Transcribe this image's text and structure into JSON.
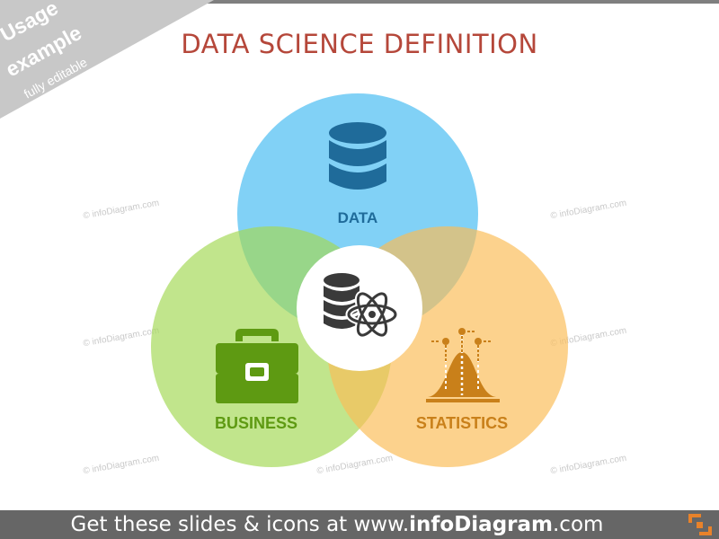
{
  "corner_badge": {
    "line1": "Usage",
    "line2": "example",
    "line3": "fully editable"
  },
  "title": "DATA SCIENCE DEFINITION",
  "watermark": "© infoDiagram.com",
  "circles": [
    {
      "id": "data",
      "label": "DATA",
      "color": "#5ec4f3",
      "label_color": "#1f6b9a",
      "icon": "database-icon"
    },
    {
      "id": "business",
      "label": "BUSINESS",
      "color": "#a4d955",
      "label_color": "#5e9a12",
      "icon": "briefcase-icon"
    },
    {
      "id": "statistics",
      "label": "STATISTICS",
      "color": "#fbbd57",
      "label_color": "#c9801a",
      "icon": "bell-curve-icon"
    }
  ],
  "center_icon": "database-atom-icon",
  "footer": {
    "prefix": "Get these slides & icons at www.",
    "brand": "infoDiagram",
    "suffix": ".com"
  },
  "colors": {
    "title": "#b5473a",
    "footer_bg": "#666666",
    "logo": "#e8822a"
  }
}
